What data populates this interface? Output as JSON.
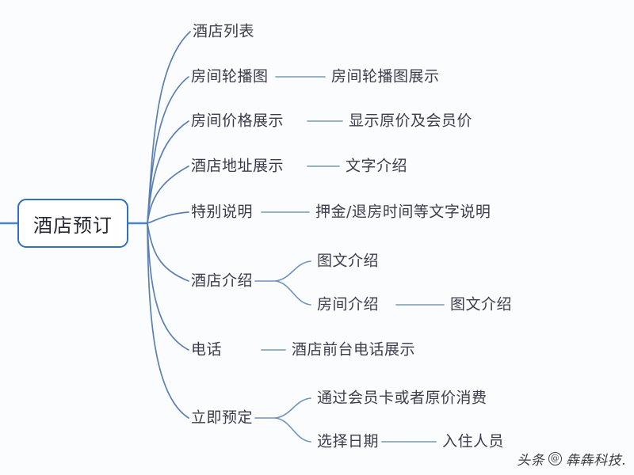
{
  "diagram": {
    "type": "mindmap",
    "title": "酒店预订",
    "root": {
      "label": "酒店预订"
    },
    "colors": {
      "root_border": "#2f6fc6",
      "branch_curve": "#5b7fb4",
      "connector_line": "#8aa8bd",
      "text": "#3b3b4b",
      "background": "#fbfcfe"
    },
    "branches": [
      {
        "label": "酒店列表",
        "children": []
      },
      {
        "label": "房间轮播图",
        "children": [
          {
            "label": "房间轮播图展示",
            "children": []
          }
        ]
      },
      {
        "label": "房间价格展示",
        "children": [
          {
            "label": "显示原价及会员价",
            "children": []
          }
        ]
      },
      {
        "label": "酒店地址展示",
        "children": [
          {
            "label": "文字介绍",
            "children": []
          }
        ]
      },
      {
        "label": "特别说明",
        "children": [
          {
            "label": "押金/退房时间等文字说明",
            "children": []
          }
        ]
      },
      {
        "label": "酒店介绍",
        "children": [
          {
            "label": "图文介绍",
            "children": []
          },
          {
            "label": "房间介绍",
            "children": [
              {
                "label": "图文介绍",
                "children": []
              }
            ]
          }
        ]
      },
      {
        "label": "电话",
        "children": [
          {
            "label": "酒店前台电话展示",
            "children": []
          }
        ]
      },
      {
        "label": "立即预定",
        "children": [
          {
            "label": "通过会员卡或者原价消费",
            "children": []
          },
          {
            "label": "选择日期",
            "children": [
              {
                "label": "入住人员",
                "children": []
              }
            ]
          }
        ]
      }
    ]
  },
  "watermark": {
    "source": "头条",
    "at": "@",
    "account": "犇犇科技."
  }
}
